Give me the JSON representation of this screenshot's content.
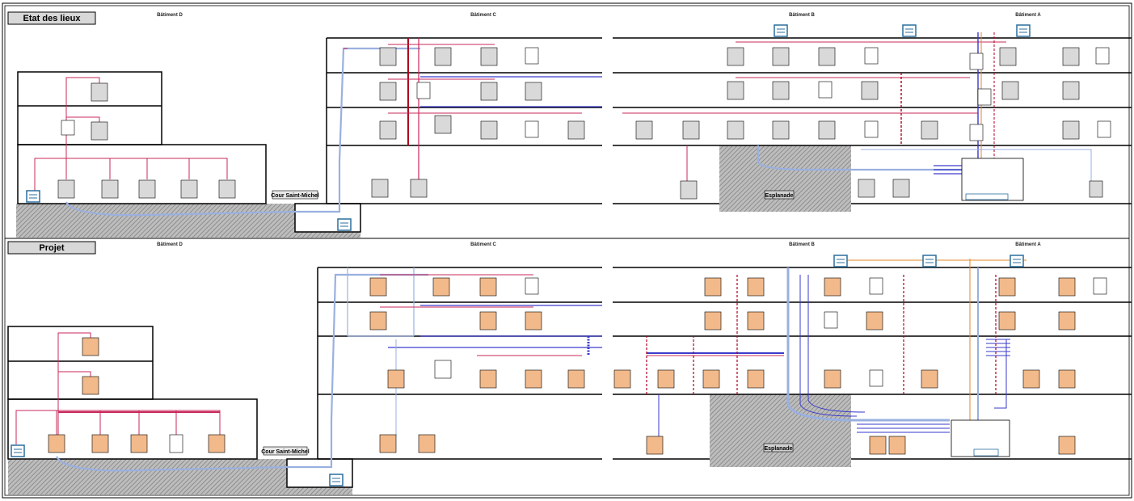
{
  "sections": [
    {
      "title": "Etat des lieux"
    },
    {
      "title": "Projet"
    }
  ],
  "buildings": {
    "d": "Bâtiment D",
    "c": "Bâtiment C",
    "b": "Bâtiment B",
    "a": "Bâtiment A"
  },
  "places": {
    "cour": "Cour Saint-Michel",
    "esplanade": "Esplanade"
  },
  "colors": {
    "existing_cabinet": "#d9d9d9",
    "project_cabinet": "#f2b98a",
    "link_red": "#c8285a",
    "link_blue": "#3a3acc",
    "link_lightblue": "#9ab0e0",
    "link_orange": "#e08a2a",
    "ground_hatch": "#9a9a9a",
    "riser_red": "#b00020",
    "server_blue": "#2a6e9e"
  },
  "icons": [
    "cabinet-icon",
    "server-icon",
    "door-icon"
  ]
}
